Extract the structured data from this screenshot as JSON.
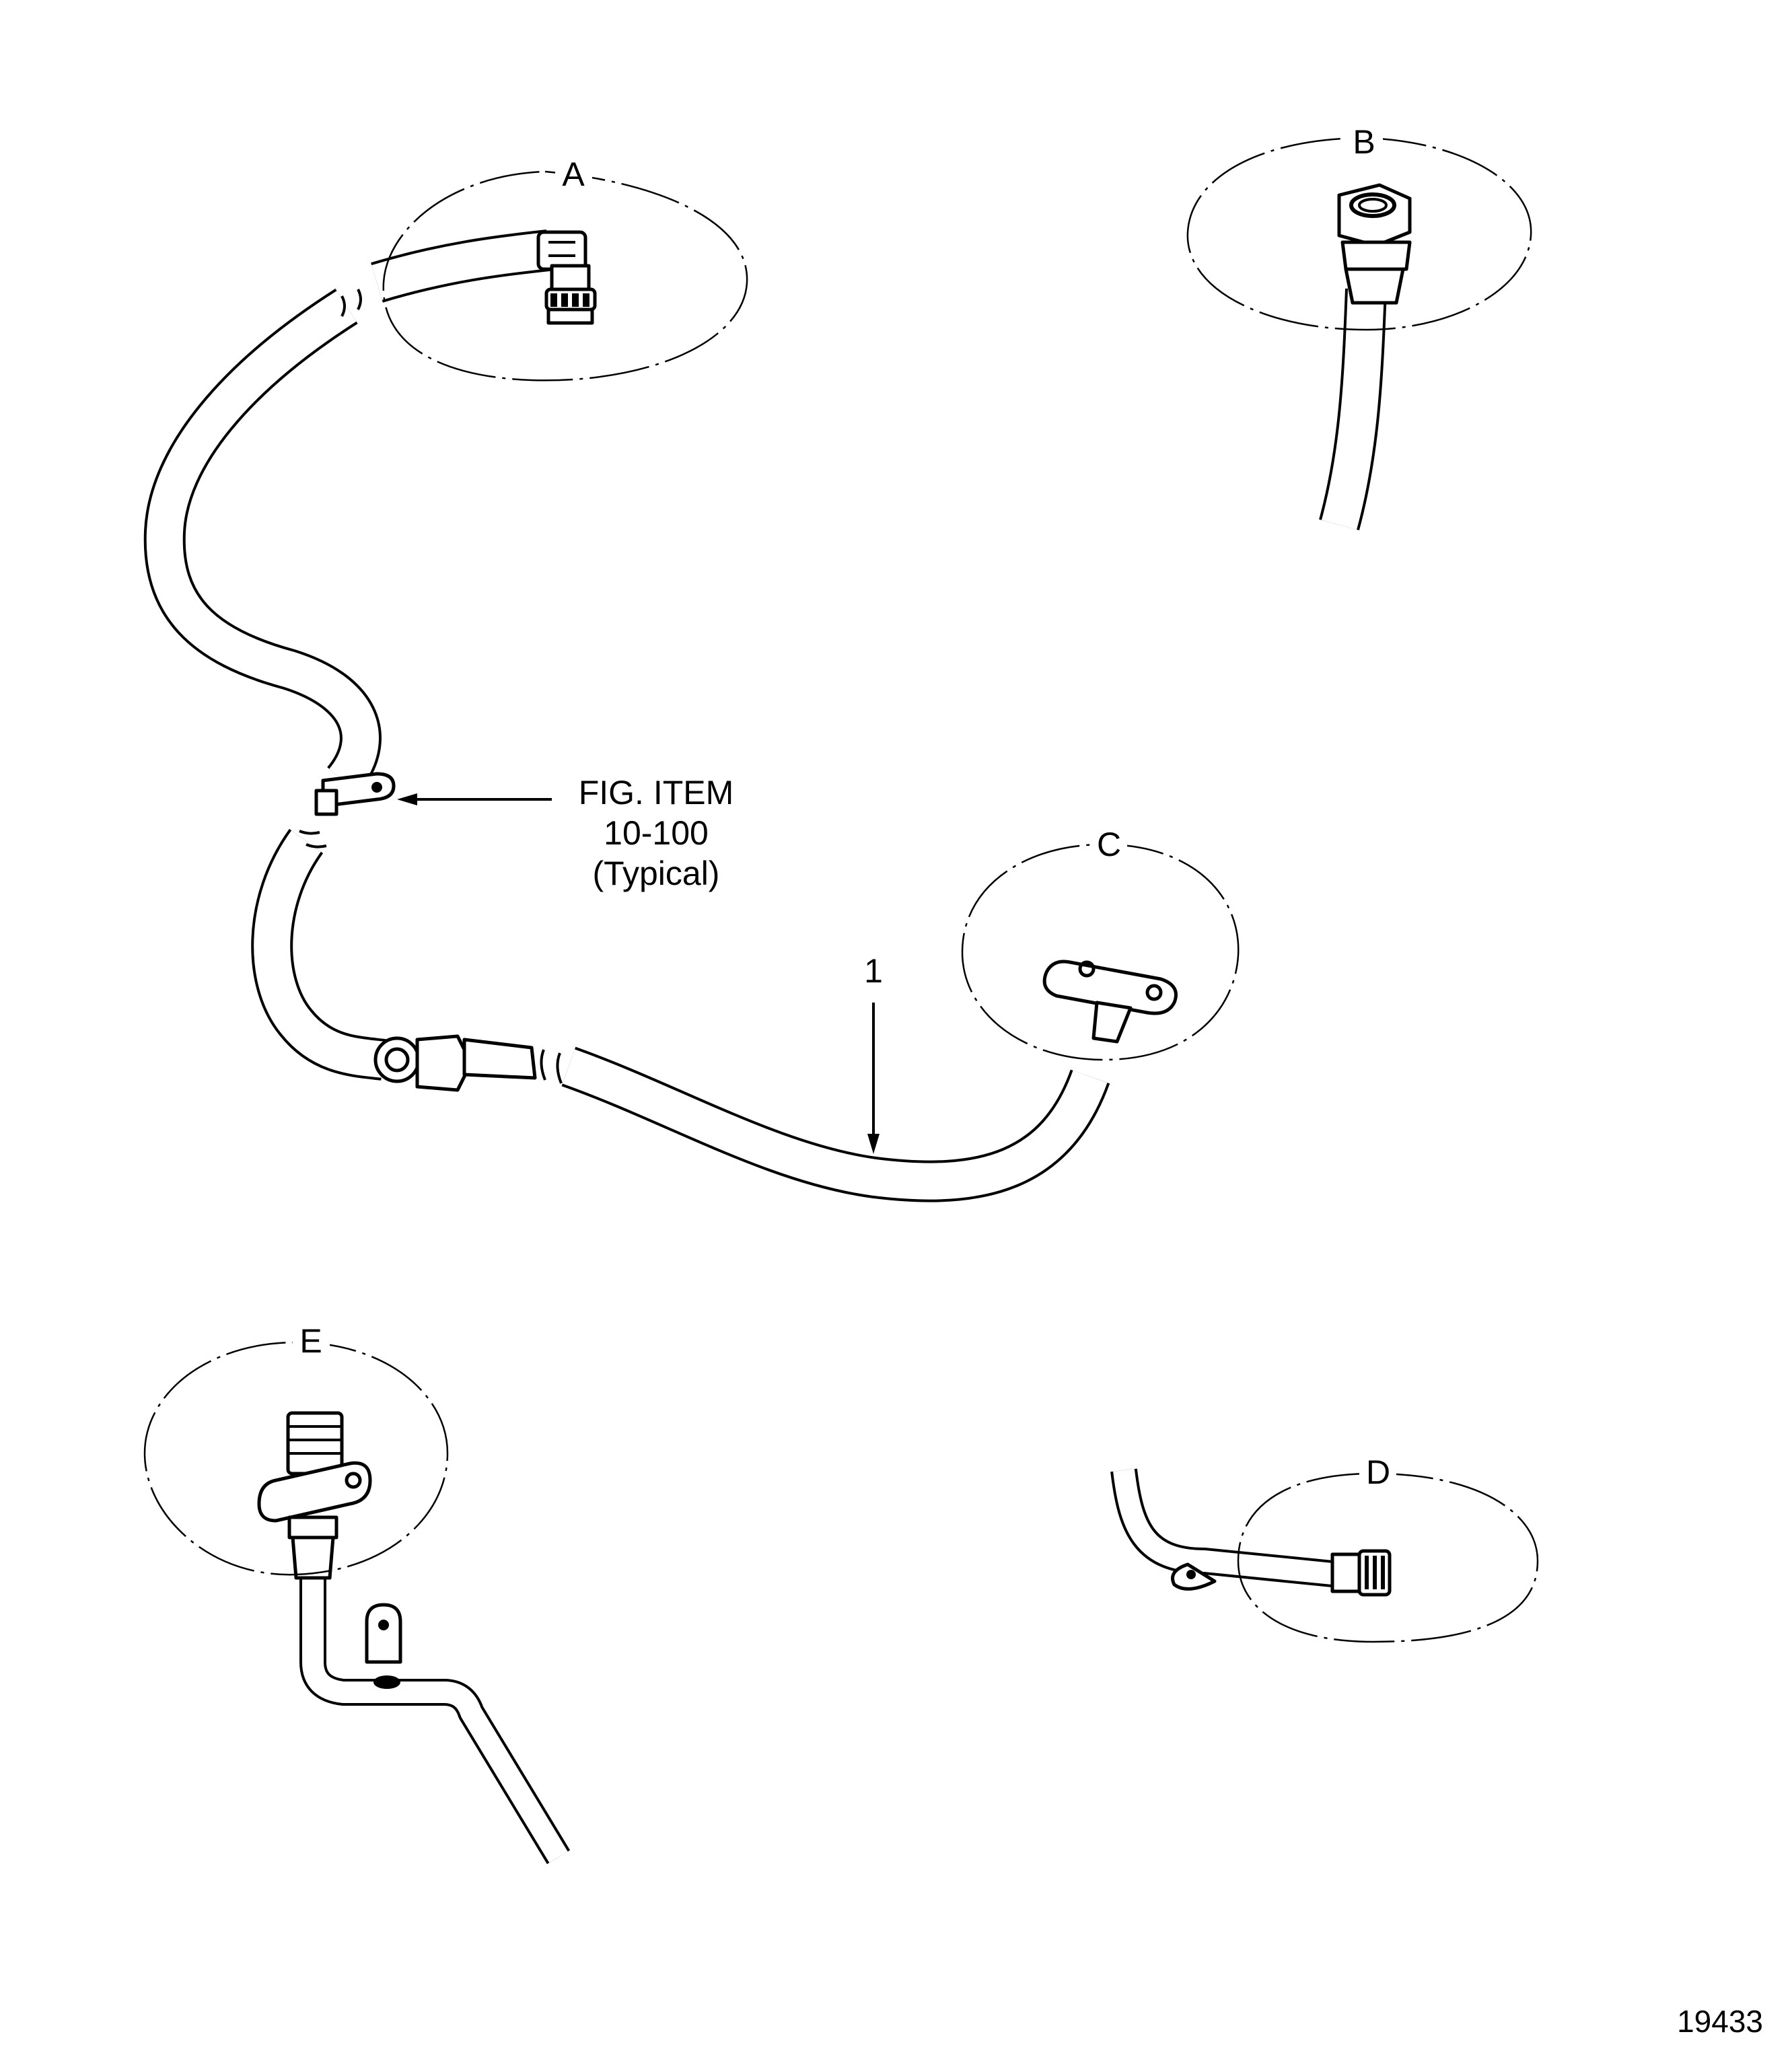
{
  "detail_labels": {
    "a": "A",
    "b": "B",
    "c": "C",
    "d": "D",
    "e": "E"
  },
  "callout": {
    "line1": "FIG. ITEM",
    "line2": "10-100",
    "line3": "(Typical)"
  },
  "item_number": "1",
  "figure_number": "19433"
}
